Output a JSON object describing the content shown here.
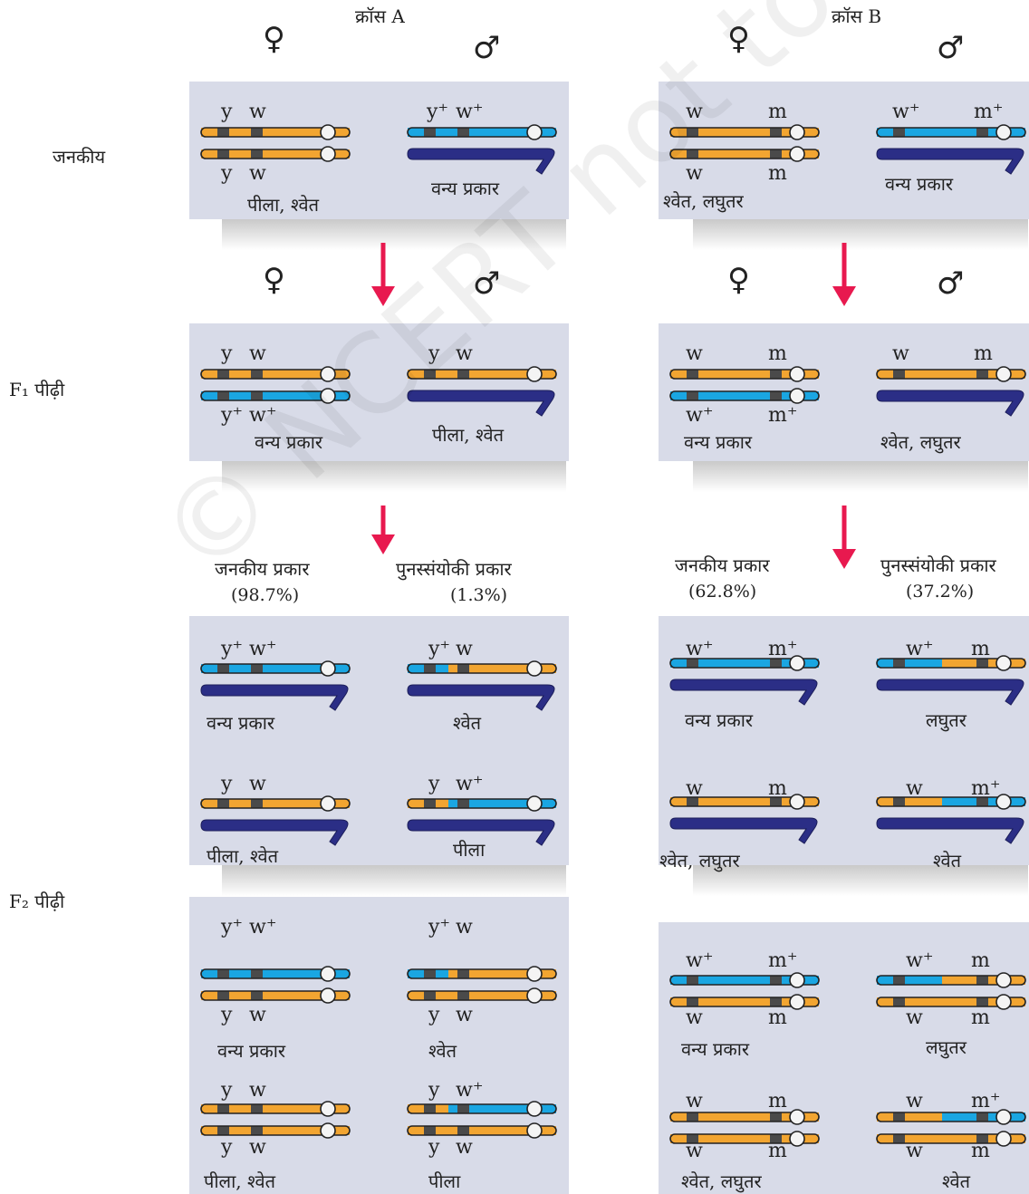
{
  "cross_a": {
    "title": "क्रॉस A"
  },
  "cross_b": {
    "title": "क्रॉस B"
  },
  "symbols": {
    "female": "♀",
    "male": "♂"
  },
  "rows": {
    "parental": "जनकीय",
    "f1": "F₁  पीढ़ी",
    "f2": "F₂  पीढ़ी"
  },
  "phenotypes": {
    "yellow_white": "पीला, श्वेत",
    "wild_type": "वन्य प्रकार",
    "white_miniature": "श्वेत, लघुतर",
    "white": "श्वेत",
    "yellow": "पीला",
    "miniature": "लघुतर"
  },
  "categories": {
    "a_parental": "जनकीय प्रकार",
    "a_parental_pct": "(98.7%)",
    "a_recomb": "पुनस्संयोकी प्रकार",
    "a_recomb_pct": "(1.3%)",
    "b_parental": "जनकीय प्रकार",
    "b_parental_pct": "(62.8%)",
    "b_recomb": "पुनस्संयोकी प्रकार",
    "b_recomb_pct": "(37.2%)"
  },
  "genes": {
    "y": "y",
    "w": "w",
    "m": "m",
    "yp": "y⁺",
    "wp": "w⁺",
    "mp": "m⁺"
  },
  "colors": {
    "orange": "#f2a531",
    "blue": "#1aa6e2",
    "navy": "#2b2e86",
    "arrow": "#e8194f",
    "panel": "#d8dbe8",
    "band": "#4a4a4a"
  },
  "watermark": "© NCERT not to be republished"
}
